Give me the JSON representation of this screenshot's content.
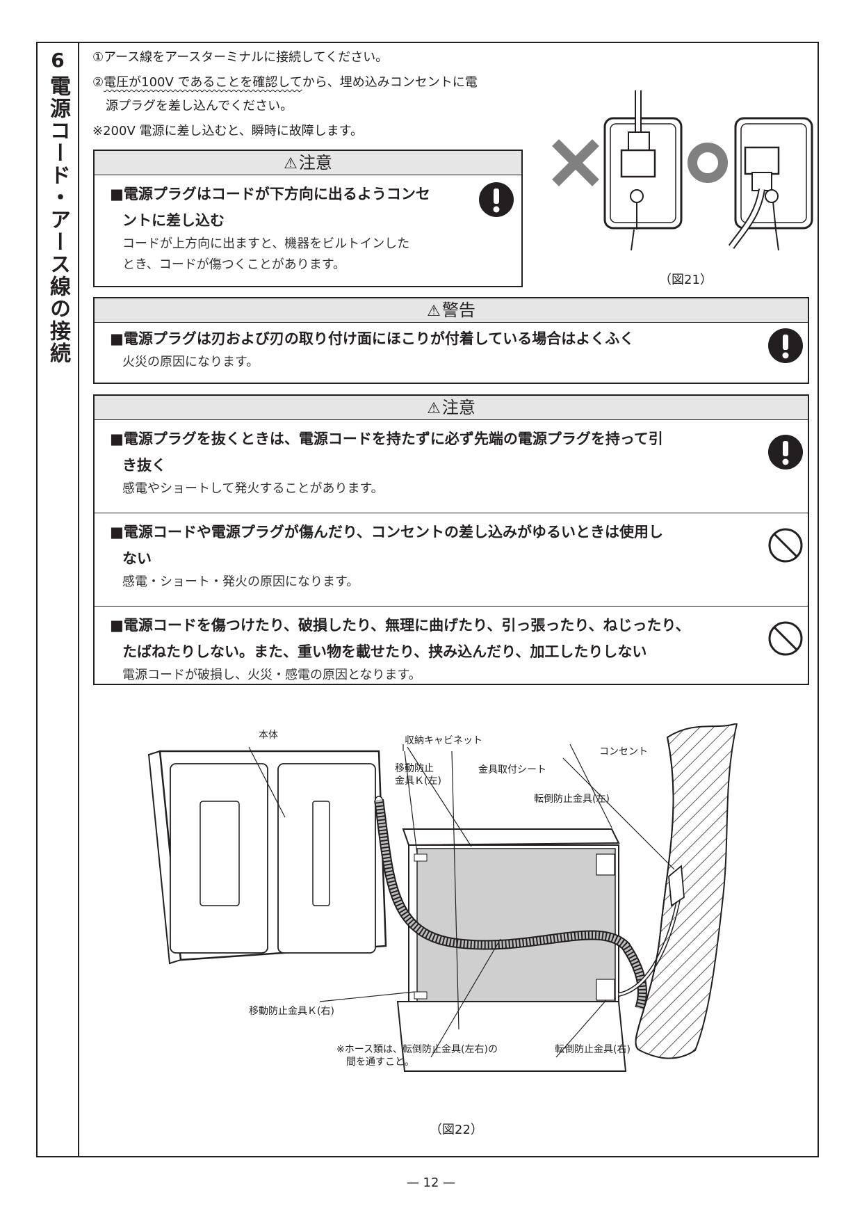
{
  "section": {
    "number": "6",
    "title": "電源コード・アース線の接続"
  },
  "intro": {
    "line1": "①アース線をアースターミナルに接続してください。",
    "line2_prefix": "②",
    "line2_wavy": "電圧が100V であることを確認して",
    "line2_suffix": "から、埋め込みコンセントに電",
    "line3": "源プラグを差し込んでください。",
    "line4": "※200V 電源に差し込むと、瞬時に故障します。"
  },
  "caution_box_1": {
    "header_symbol": "⚠",
    "header": "注意",
    "title_line1": "■電源プラグはコードが下方向に出るようコンセ",
    "title_line2": "ントに差し込む",
    "desc_line1": "コードが上方向に出ますと、機器をビルトインした",
    "desc_line2": "とき、コードが傷つくことがあります。",
    "icon": "mandatory-icon"
  },
  "figure21": {
    "caption": "（図21）",
    "wrong_mark": "×",
    "right_mark": "○"
  },
  "warning_box": {
    "header_symbol": "⚠",
    "header": "警告",
    "title": "■電源プラグは刃および刃の取り付け面にほこりが付着している場合はよくふく",
    "desc": "火災の原因になります。",
    "icon": "mandatory-icon"
  },
  "caution_box_2": {
    "header_symbol": "⚠",
    "header": "注意",
    "items": [
      {
        "title_line1": "■電源プラグを抜くときは、電源コードを持たずに必ず先端の電源プラグを持って引",
        "title_line2": "き抜く",
        "desc": "感電やショートして発火することがあります。",
        "icon": "mandatory-icon"
      },
      {
        "title_line1": "■電源コードや電源プラグが傷んだり、コンセントの差し込みがゆるいときは使用し",
        "title_line2": "ない",
        "desc": "感電・ショート・発火の原因になります。",
        "icon": "prohibited-icon"
      },
      {
        "title_line1": "■電源コードを傷つけたり、破損したり、無理に曲げたり、引っ張ったり、ねじったり、",
        "title_line2": "たばねたりしない。また、重い物を載せたり、挟み込んだり、加工したりしない",
        "desc": "電源コードが破損し、火災・感電の原因となります。",
        "icon": "prohibited-icon"
      }
    ]
  },
  "figure22": {
    "caption": "（図22）",
    "labels": {
      "body": "本体",
      "cabinet": "収納キャビネット",
      "outlet": "コンセント",
      "move_stop_left_1": "移動防止",
      "move_stop_left_2": "金具Ｋ(左)",
      "sheet": "金具取付シート",
      "tip_stop_left": "転倒防止金具(左)",
      "move_stop_right": "移動防止金具Ｋ(右)",
      "note_line1": "※ホース類は、転倒防止金具(左右)の",
      "note_line2": "間を通すこと。",
      "tip_stop_right": "転倒防止金具(右)"
    }
  },
  "page_number": "— 12 —"
}
